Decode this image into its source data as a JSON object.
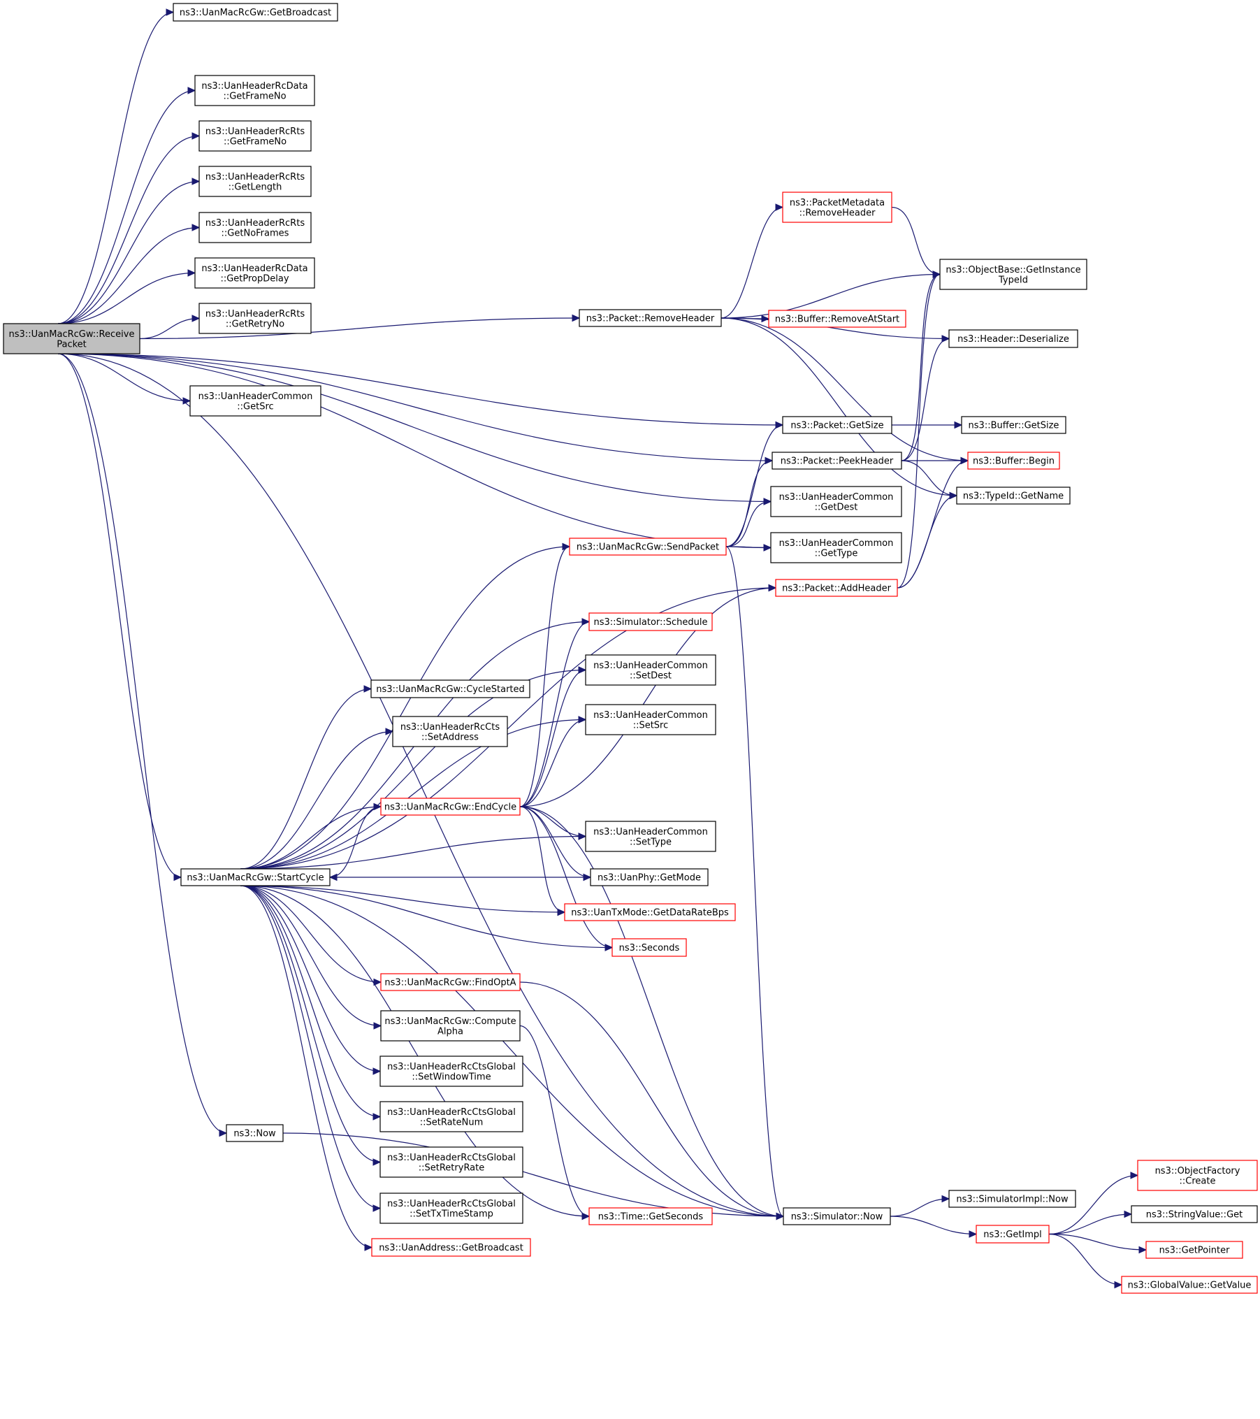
{
  "colors": {
    "edge": "#191970",
    "root_fill": "#bfbfbf",
    "red_border": "#ff0000",
    "black_border": "#000000"
  },
  "nodes": {
    "receive_packet": {
      "lines": [
        "ns3::UanMacRcGw::Receive",
        "Packet"
      ],
      "style": "root"
    },
    "get_broadcast": {
      "lines": [
        "ns3::UanMacRcGw::GetBroadcast"
      ],
      "style": "black"
    },
    "rcdata_get_frame_no": {
      "lines": [
        "ns3::UanHeaderRcData",
        "::GetFrameNo"
      ],
      "style": "black"
    },
    "rcrts_get_frame_no": {
      "lines": [
        "ns3::UanHeaderRcRts",
        "::GetFrameNo"
      ],
      "style": "black"
    },
    "rcrts_get_length": {
      "lines": [
        "ns3::UanHeaderRcRts",
        "::GetLength"
      ],
      "style": "black"
    },
    "rcrts_get_no_frames": {
      "lines": [
        "ns3::UanHeaderRcRts",
        "::GetNoFrames"
      ],
      "style": "black"
    },
    "rcdata_get_prop_delay": {
      "lines": [
        "ns3::UanHeaderRcData",
        "::GetPropDelay"
      ],
      "style": "black"
    },
    "rcrts_get_retry_no": {
      "lines": [
        "ns3::UanHeaderRcRts",
        "::GetRetryNo"
      ],
      "style": "black"
    },
    "common_get_src": {
      "lines": [
        "ns3::UanHeaderCommon",
        "::GetSrc"
      ],
      "style": "black"
    },
    "packet_remove_header": {
      "lines": [
        "ns3::Packet::RemoveHeader"
      ],
      "style": "black"
    },
    "packet_metadata_remove_header": {
      "lines": [
        "ns3::PacketMetadata",
        "::RemoveHeader"
      ],
      "style": "red"
    },
    "object_base_get_instance_type_id": {
      "lines": [
        "ns3::ObjectBase::GetInstance",
        "TypeId"
      ],
      "style": "black"
    },
    "buffer_remove_at_start": {
      "lines": [
        "ns3::Buffer::RemoveAtStart"
      ],
      "style": "red"
    },
    "header_deserialize": {
      "lines": [
        "ns3::Header::Deserialize"
      ],
      "style": "black"
    },
    "packet_get_size": {
      "lines": [
        "ns3::Packet::GetSize"
      ],
      "style": "black"
    },
    "buffer_get_size": {
      "lines": [
        "ns3::Buffer::GetSize"
      ],
      "style": "black"
    },
    "packet_peek_header": {
      "lines": [
        "ns3::Packet::PeekHeader"
      ],
      "style": "black"
    },
    "buffer_begin": {
      "lines": [
        "ns3::Buffer::Begin"
      ],
      "style": "red"
    },
    "type_id_get_name": {
      "lines": [
        "ns3::TypeId::GetName"
      ],
      "style": "black"
    },
    "common_get_dest": {
      "lines": [
        "ns3::UanHeaderCommon",
        "::GetDest"
      ],
      "style": "black"
    },
    "common_get_type": {
      "lines": [
        "ns3::UanHeaderCommon",
        "::GetType"
      ],
      "style": "black"
    },
    "send_packet": {
      "lines": [
        "ns3::UanMacRcGw::SendPacket"
      ],
      "style": "red"
    },
    "packet_add_header": {
      "lines": [
        "ns3::Packet::AddHeader"
      ],
      "style": "red"
    },
    "simulator_schedule": {
      "lines": [
        "ns3::Simulator::Schedule"
      ],
      "style": "red"
    },
    "common_set_dest": {
      "lines": [
        "ns3::UanHeaderCommon",
        "::SetDest"
      ],
      "style": "black"
    },
    "cycle_started": {
      "lines": [
        "ns3::UanMacRcGw::CycleStarted"
      ],
      "style": "black"
    },
    "common_set_src": {
      "lines": [
        "ns3::UanHeaderCommon",
        "::SetSrc"
      ],
      "style": "black"
    },
    "rccts_set_address": {
      "lines": [
        "ns3::UanHeaderRcCts",
        "::SetAddress"
      ],
      "style": "black"
    },
    "end_cycle": {
      "lines": [
        "ns3::UanMacRcGw::EndCycle"
      ],
      "style": "red"
    },
    "common_set_type": {
      "lines": [
        "ns3::UanHeaderCommon",
        "::SetType"
      ],
      "style": "black"
    },
    "start_cycle": {
      "lines": [
        "ns3::UanMacRcGw::StartCycle"
      ],
      "style": "black"
    },
    "uan_phy_get_mode": {
      "lines": [
        "ns3::UanPhy::GetMode"
      ],
      "style": "black"
    },
    "uan_tx_mode_get_data_rate_bps": {
      "lines": [
        "ns3::UanTxMode::GetDataRateBps"
      ],
      "style": "red"
    },
    "seconds": {
      "lines": [
        "ns3::Seconds"
      ],
      "style": "red"
    },
    "find_opt_a": {
      "lines": [
        "ns3::UanMacRcGw::FindOptA"
      ],
      "style": "red"
    },
    "compute_alpha": {
      "lines": [
        "ns3::UanMacRcGw::Compute",
        "Alpha"
      ],
      "style": "black"
    },
    "rcctsglobal_set_window_time": {
      "lines": [
        "ns3::UanHeaderRcCtsGlobal",
        "::SetWindowTime"
      ],
      "style": "black"
    },
    "rcctsglobal_set_rate_num": {
      "lines": [
        "ns3::UanHeaderRcCtsGlobal",
        "::SetRateNum"
      ],
      "style": "black"
    },
    "rcctsglobal_set_retry_rate": {
      "lines": [
        "ns3::UanHeaderRcCtsGlobal",
        "::SetRetryRate"
      ],
      "style": "black"
    },
    "rcctsglobal_set_tx_time_stamp": {
      "lines": [
        "ns3::UanHeaderRcCtsGlobal",
        "::SetTxTimeStamp"
      ],
      "style": "black"
    },
    "uan_address_get_broadcast": {
      "lines": [
        "ns3::UanAddress::GetBroadcast"
      ],
      "style": "red"
    },
    "ns3_now": {
      "lines": [
        "ns3::Now"
      ],
      "style": "black"
    },
    "time_get_seconds": {
      "lines": [
        "ns3::Time::GetSeconds"
      ],
      "style": "red"
    },
    "simulator_now": {
      "lines": [
        "ns3::Simulator::Now"
      ],
      "style": "black"
    },
    "simulator_impl_now": {
      "lines": [
        "ns3::SimulatorImpl::Now"
      ],
      "style": "black"
    },
    "get_impl": {
      "lines": [
        "ns3::GetImpl"
      ],
      "style": "red"
    },
    "object_factory_create": {
      "lines": [
        "ns3::ObjectFactory",
        "::Create"
      ],
      "style": "red"
    },
    "string_value_get": {
      "lines": [
        "ns3::StringValue::Get"
      ],
      "style": "black"
    },
    "get_pointer": {
      "lines": [
        "ns3::GetPointer"
      ],
      "style": "red"
    },
    "global_value_get_value": {
      "lines": [
        "ns3::GlobalValue::GetValue"
      ],
      "style": "red"
    }
  },
  "edges": [
    [
      "receive_packet",
      "get_broadcast"
    ],
    [
      "receive_packet",
      "rcdata_get_frame_no"
    ],
    [
      "receive_packet",
      "rcrts_get_frame_no"
    ],
    [
      "receive_packet",
      "rcrts_get_length"
    ],
    [
      "receive_packet",
      "rcrts_get_no_frames"
    ],
    [
      "receive_packet",
      "rcdata_get_prop_delay"
    ],
    [
      "receive_packet",
      "rcrts_get_retry_no"
    ],
    [
      "receive_packet",
      "common_get_src"
    ],
    [
      "receive_packet",
      "packet_remove_header"
    ],
    [
      "receive_packet",
      "packet_get_size"
    ],
    [
      "receive_packet",
      "packet_peek_header"
    ],
    [
      "receive_packet",
      "common_get_dest"
    ],
    [
      "receive_packet",
      "common_get_type"
    ],
    [
      "receive_packet",
      "start_cycle"
    ],
    [
      "receive_packet",
      "ns3_now"
    ],
    [
      "receive_packet",
      "simulator_now"
    ],
    [
      "packet_remove_header",
      "packet_metadata_remove_header"
    ],
    [
      "packet_remove_header",
      "object_base_get_instance_type_id"
    ],
    [
      "packet_remove_header",
      "buffer_remove_at_start"
    ],
    [
      "packet_remove_header",
      "header_deserialize"
    ],
    [
      "packet_remove_header",
      "buffer_begin"
    ],
    [
      "packet_remove_header",
      "type_id_get_name"
    ],
    [
      "packet_metadata_remove_header",
      "object_base_get_instance_type_id"
    ],
    [
      "packet_get_size",
      "buffer_get_size"
    ],
    [
      "packet_peek_header",
      "buffer_begin"
    ],
    [
      "packet_peek_header",
      "type_id_get_name"
    ],
    [
      "packet_peek_header",
      "object_base_get_instance_type_id"
    ],
    [
      "packet_peek_header",
      "header_deserialize"
    ],
    [
      "packet_add_header",
      "buffer_begin"
    ],
    [
      "packet_add_header",
      "type_id_get_name"
    ],
    [
      "packet_add_header",
      "object_base_get_instance_type_id"
    ],
    [
      "send_packet",
      "packet_get_size"
    ],
    [
      "send_packet",
      "packet_peek_header"
    ],
    [
      "send_packet",
      "common_get_dest"
    ],
    [
      "send_packet",
      "common_get_type"
    ],
    [
      "send_packet",
      "simulator_now"
    ],
    [
      "start_cycle",
      "send_packet"
    ],
    [
      "start_cycle",
      "packet_add_header"
    ],
    [
      "start_cycle",
      "simulator_schedule"
    ],
    [
      "start_cycle",
      "common_set_dest"
    ],
    [
      "start_cycle",
      "cycle_started"
    ],
    [
      "start_cycle",
      "rccts_set_address"
    ],
    [
      "start_cycle",
      "common_set_src"
    ],
    [
      "start_cycle",
      "end_cycle"
    ],
    [
      "start_cycle",
      "common_set_type"
    ],
    [
      "start_cycle",
      "uan_phy_get_mode"
    ],
    [
      "start_cycle",
      "uan_tx_mode_get_data_rate_bps"
    ],
    [
      "start_cycle",
      "seconds"
    ],
    [
      "start_cycle",
      "find_opt_a"
    ],
    [
      "start_cycle",
      "compute_alpha"
    ],
    [
      "start_cycle",
      "rcctsglobal_set_window_time"
    ],
    [
      "start_cycle",
      "rcctsglobal_set_rate_num"
    ],
    [
      "start_cycle",
      "rcctsglobal_set_retry_rate"
    ],
    [
      "start_cycle",
      "rcctsglobal_set_tx_time_stamp"
    ],
    [
      "start_cycle",
      "uan_address_get_broadcast"
    ],
    [
      "start_cycle",
      "time_get_seconds"
    ],
    [
      "start_cycle",
      "simulator_now"
    ],
    [
      "end_cycle",
      "send_packet"
    ],
    [
      "end_cycle",
      "packet_add_header"
    ],
    [
      "end_cycle",
      "simulator_schedule"
    ],
    [
      "end_cycle",
      "common_set_dest"
    ],
    [
      "end_cycle",
      "common_set_src"
    ],
    [
      "end_cycle",
      "start_cycle"
    ],
    [
      "end_cycle",
      "common_set_type"
    ],
    [
      "end_cycle",
      "uan_phy_get_mode"
    ],
    [
      "end_cycle",
      "uan_tx_mode_get_data_rate_bps"
    ],
    [
      "end_cycle",
      "seconds"
    ],
    [
      "end_cycle",
      "simulator_now"
    ],
    [
      "find_opt_a",
      "simulator_now"
    ],
    [
      "compute_alpha",
      "time_get_seconds"
    ],
    [
      "ns3_now",
      "simulator_now"
    ],
    [
      "simulator_now",
      "simulator_impl_now"
    ],
    [
      "simulator_now",
      "get_impl"
    ],
    [
      "get_impl",
      "object_factory_create"
    ],
    [
      "get_impl",
      "string_value_get"
    ],
    [
      "get_impl",
      "get_pointer"
    ],
    [
      "get_impl",
      "global_value_get_value"
    ]
  ]
}
